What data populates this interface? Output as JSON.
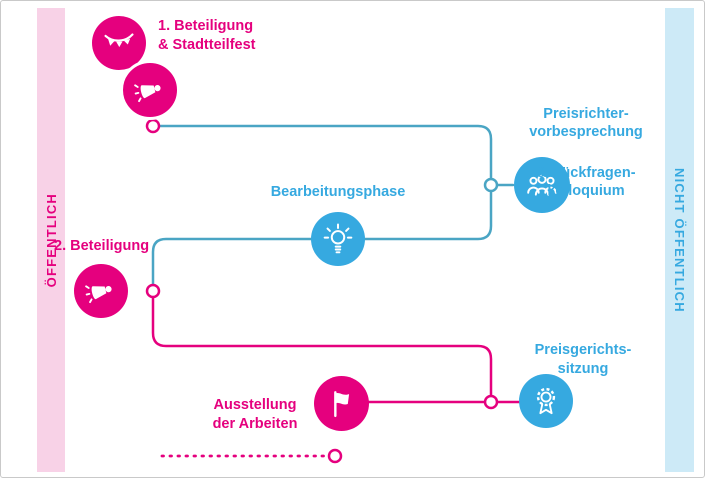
{
  "bands": {
    "left": {
      "label": "ÖFFENTLICH",
      "text_color": "#e5007e",
      "bg_color": "#f8d2e7"
    },
    "right": {
      "label": "NICHT ÖFFENTLICH",
      "text_color": "#36a9e0",
      "bg_color": "#cdeaf7"
    }
  },
  "colors": {
    "pink": "#e5007e",
    "blue": "#36a9e0",
    "teal_line": "#4aa5c4",
    "pink_line": "#e5007e"
  },
  "steps": {
    "step1": {
      "label": "1. Beteiligung\n& Stadtteilfest",
      "icons": [
        "bunting-icon",
        "megaphone-icon"
      ],
      "visibility": "öffentlich"
    },
    "preisrichter": {
      "label_part1": "Preisrichter-\nvorbesprechung",
      "label_part2": "& Rückfragen-\nkolloquium",
      "icon": "jury-people-icon",
      "visibility": "nicht öffentlich"
    },
    "bearbeitung": {
      "label": "Bearbeitungsphase",
      "icon": "lightbulb-icon"
    },
    "step2": {
      "label": "2. Beteiligung",
      "icon": "megaphone-icon",
      "visibility": "öffentlich"
    },
    "preisgericht": {
      "label": "Preisgerichts-\nsitzung",
      "icon": "award-rosette-icon",
      "visibility": "nicht öffentlich"
    },
    "ausstellung": {
      "label": "Ausstellung\nder Arbeiten",
      "icon": "flag-icon",
      "visibility": "öffentlich"
    }
  }
}
